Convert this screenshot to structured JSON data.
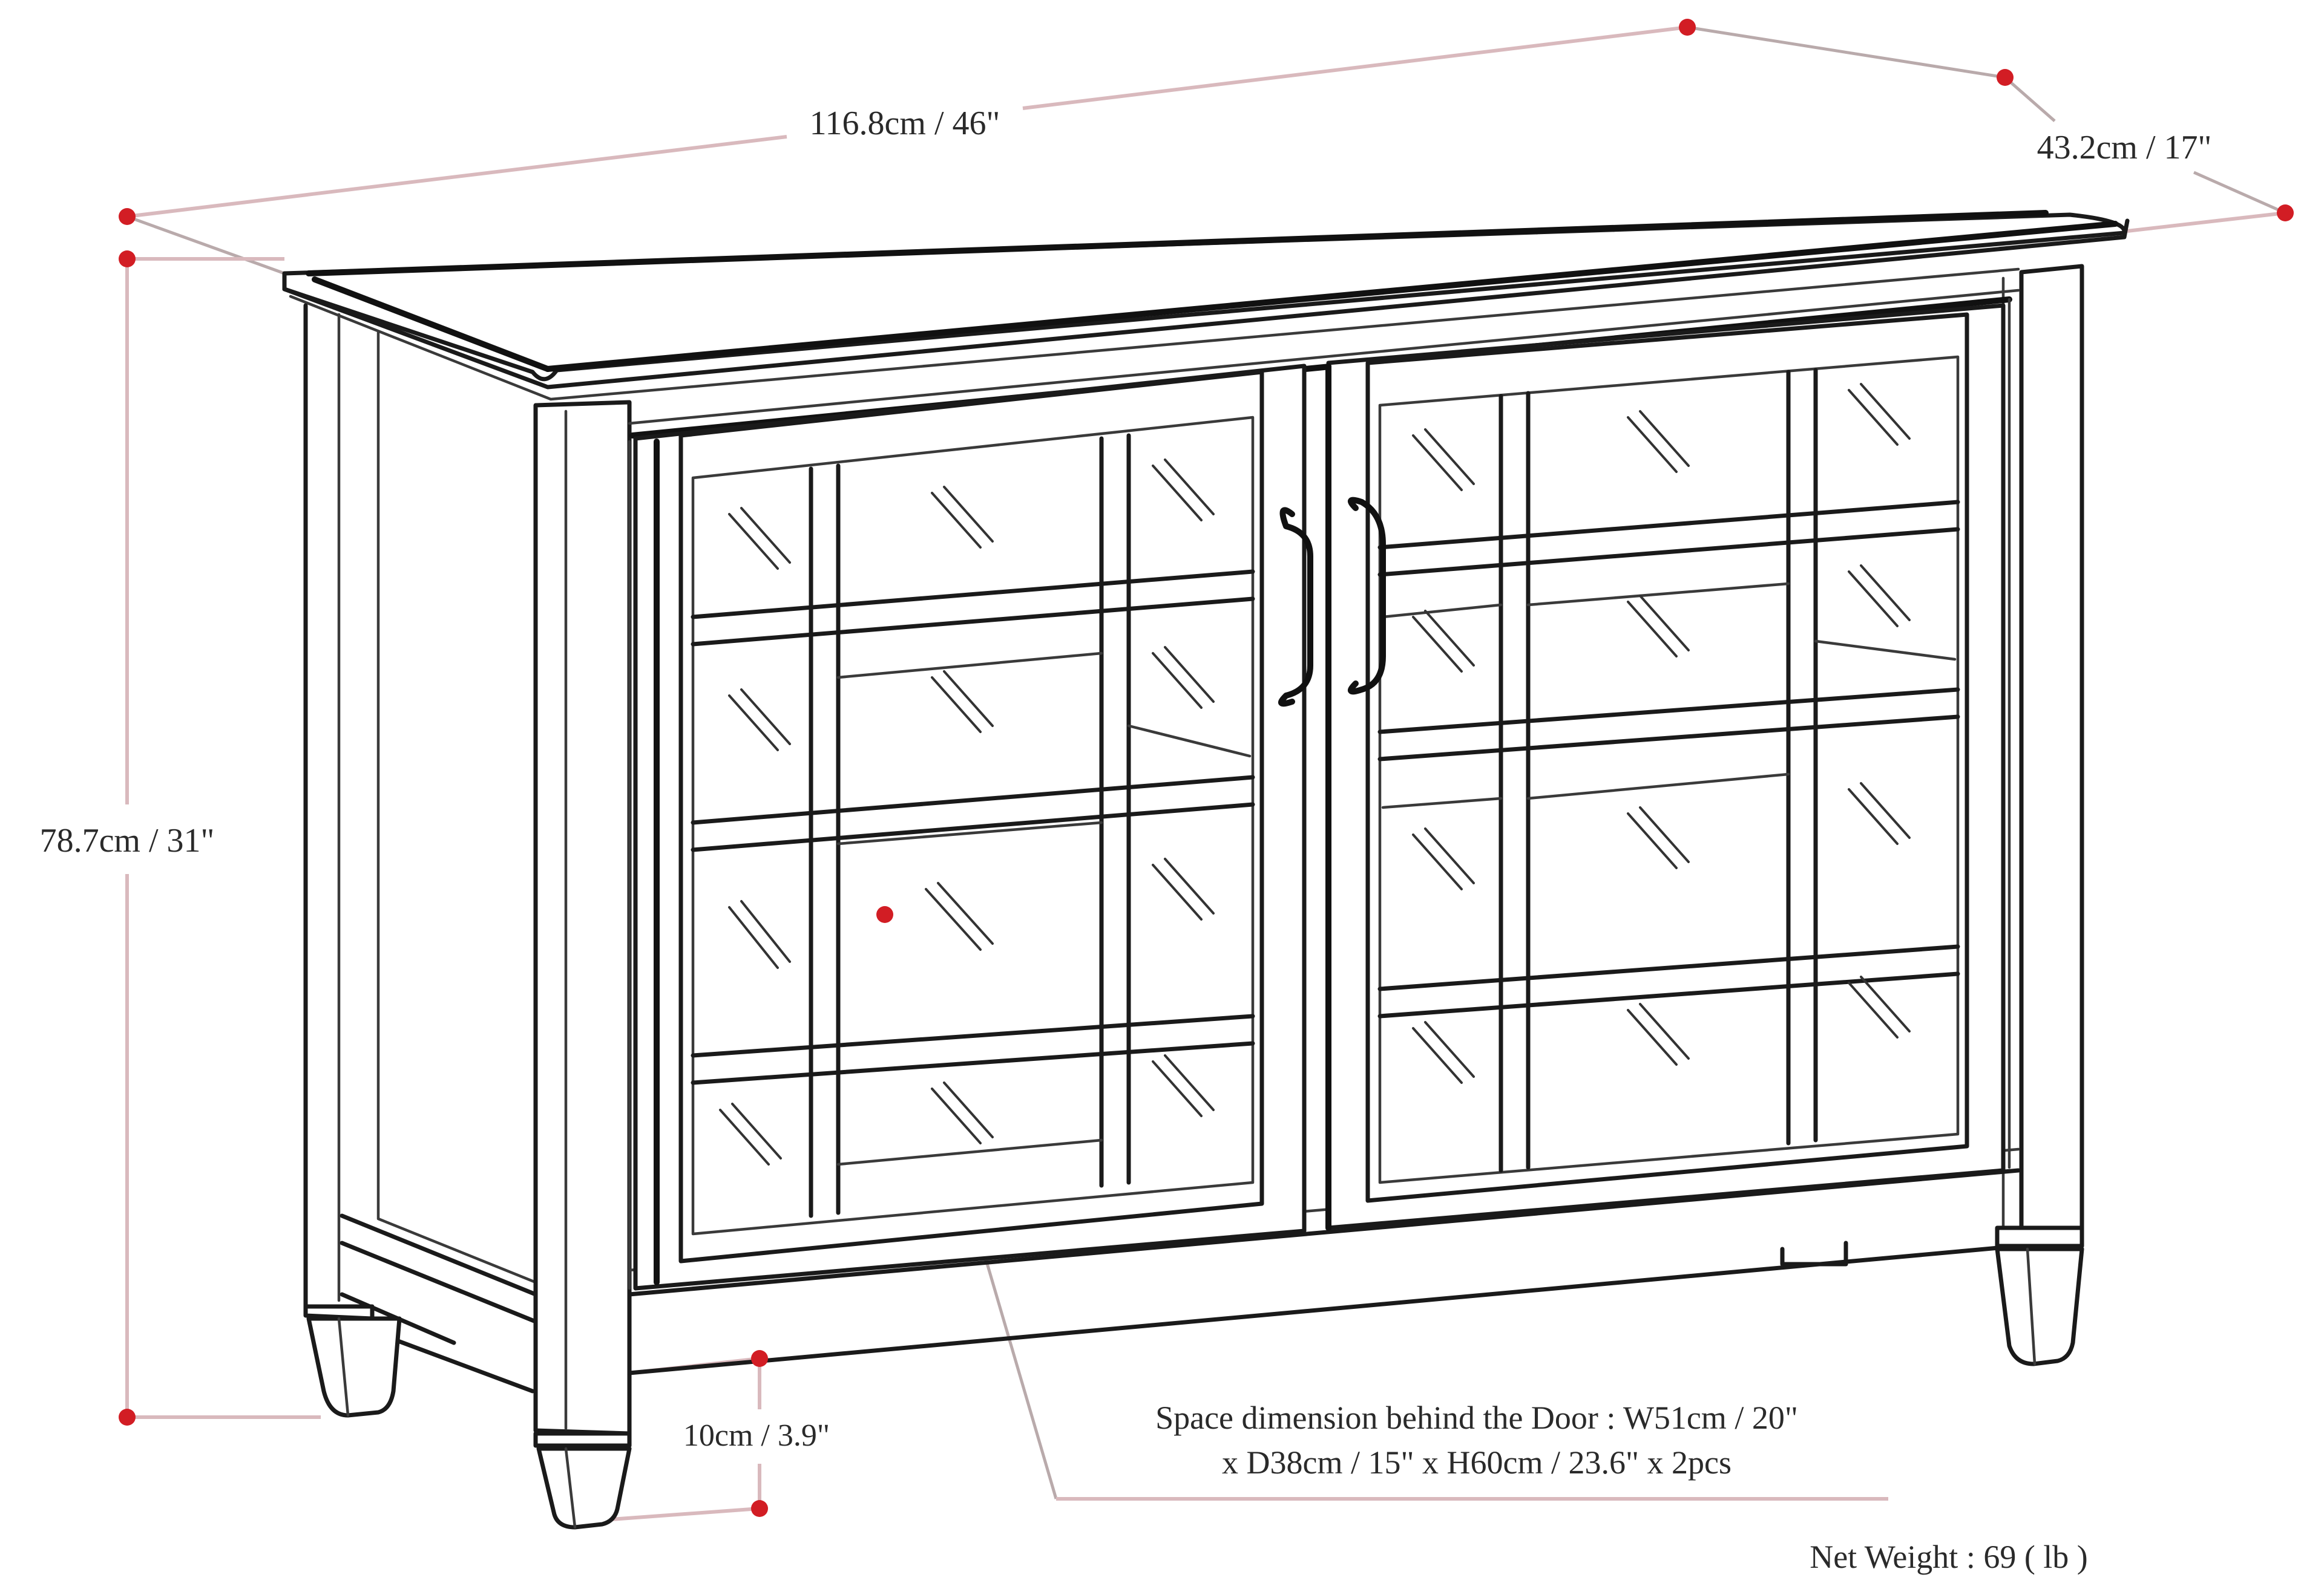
{
  "diagram": {
    "subject": "Cabinet with two glass-paned doors",
    "accent_color": "#d21d24",
    "dimension_line_color": "#d9b9bd",
    "line_color": "#1a1a1a"
  },
  "dimensions": {
    "width": {
      "label": "116.8cm / 46\""
    },
    "depth": {
      "label": "43.2cm / 17\""
    },
    "height": {
      "label": "78.7cm / 31\""
    },
    "leg_clearance": {
      "label": "10cm / 3.9\""
    }
  },
  "notes": {
    "interior_space_line1": "Space dimension behind the Door : W51cm / 20\"",
    "interior_space_line2": "x D38cm / 15\" x H60cm / 23.6\" x 2pcs",
    "net_weight": "Net Weight : 69 ( lb )"
  },
  "chart_data": {
    "type": "table",
    "title": "Cabinet Dimensions",
    "rows": [
      {
        "dimension": "Width",
        "cm": 116.8,
        "in": 46
      },
      {
        "dimension": "Depth",
        "cm": 43.2,
        "in": 17
      },
      {
        "dimension": "Height",
        "cm": 78.7,
        "in": 31
      },
      {
        "dimension": "Leg clearance",
        "cm": 10,
        "in": 3.9
      },
      {
        "dimension": "Interior width (per door)",
        "cm": 51,
        "in": 20
      },
      {
        "dimension": "Interior depth",
        "cm": 38,
        "in": 15
      },
      {
        "dimension": "Interior height",
        "cm": 60,
        "in": 23.6
      }
    ],
    "interior_compartments": 2,
    "net_weight_lb": 69
  }
}
